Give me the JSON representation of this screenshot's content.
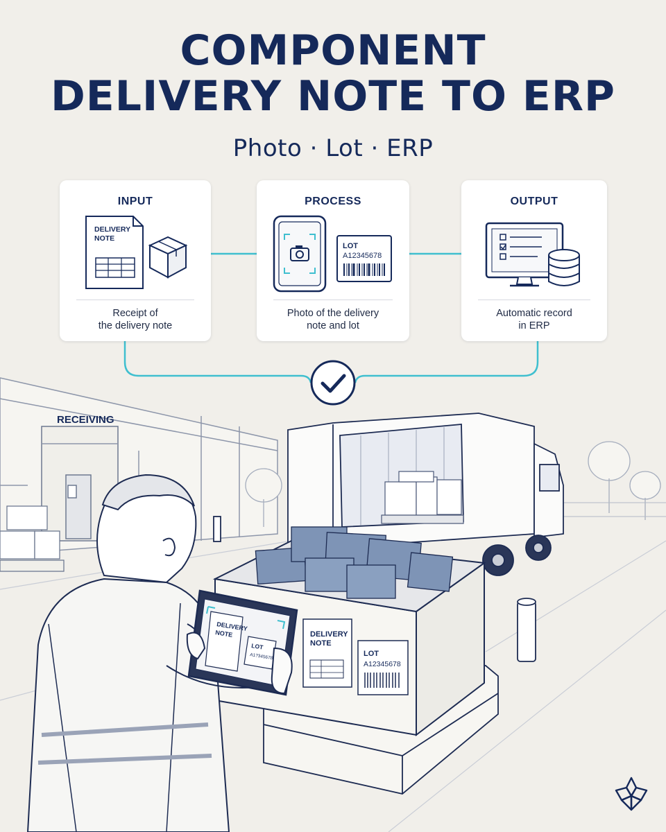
{
  "header": {
    "title_line1": "COMPONENT",
    "title_line2": "DELIVERY NOTE TO ERP",
    "subtitle": "Photo · Lot · ERP"
  },
  "steps": [
    {
      "label": "INPUT",
      "caption_line1": "Receipt of",
      "caption_line2": "the delivery note",
      "icon_text_line1": "DELIVERY",
      "icon_text_line2": "NOTE"
    },
    {
      "label": "PROCESS",
      "caption_line1": "Photo of the delivery",
      "caption_line2": "note and lot",
      "icon_text_line1": "LOT",
      "icon_text_line2": "A12345678"
    },
    {
      "label": "OUTPUT",
      "caption_line1": "Automatic record",
      "caption_line2": "in ERP"
    }
  ],
  "scene": {
    "building_sign": "RECEIVING",
    "tablet_doc_line1": "DELIVERY",
    "tablet_doc_line2": "NOTE",
    "tablet_lot_line1": "LOT",
    "tablet_lot_line2": "A1?345678",
    "box_doc_line1": "DELIVERY",
    "box_doc_line2": "NOTE",
    "box_lot_line1": "LOT",
    "box_lot_line2": "A12345678"
  },
  "icons": {
    "input": [
      "delivery-note-icon",
      "package-box-icon"
    ],
    "process": [
      "tablet-camera-icon",
      "lot-barcode-label-icon"
    ],
    "output": [
      "computer-monitor-icon",
      "database-icon"
    ],
    "confirm": "checkmark-icon",
    "brand": "brand-logo-icon"
  },
  "colors": {
    "navy": "#15295a",
    "accent_teal": "#3fbfcf",
    "background": "#f1efea",
    "card": "#ffffff"
  }
}
